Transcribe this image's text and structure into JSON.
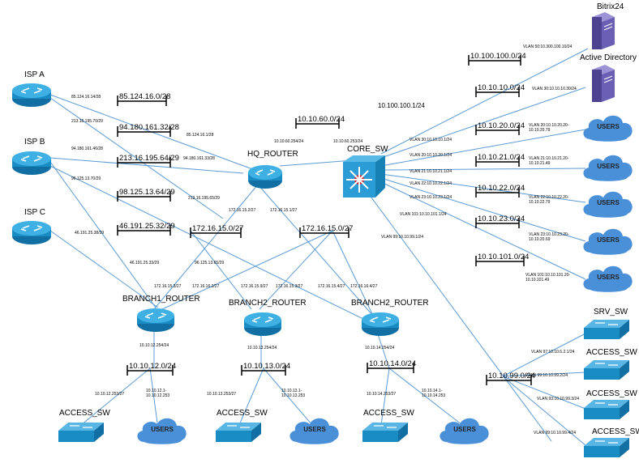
{
  "nodes": {
    "isp_a": "ISP A",
    "isp_b": "ISP B",
    "isp_c": "ISP C",
    "hq_router": "HQ_ROUTER",
    "core_sw": "CORE_SW",
    "branch1_router": "BRANCH1_ROUTER",
    "branch2_router_a": "BRANCH2_ROUTER",
    "branch2_router_b": "BRANCH2_ROUTER",
    "bitrix": "Bitrix24",
    "active_directory": "Active Directory",
    "srv_sw": "SRV_SW",
    "access_sw_r1": "ACCESS_SW",
    "access_sw_r2": "ACCESS_SW",
    "access_sw_r3": "ACCESS_SW",
    "access_sw_b1": "ACCESS_SW",
    "access_sw_b2": "ACCESS_SW",
    "access_sw_b3": "ACCESS_SW",
    "users": "USERS"
  },
  "networks": {
    "n1": "85.124.16.0/28",
    "n2": "94.180.161.32/28",
    "n3": "213.16.195.64/29",
    "n4": "98.125.13.64/29",
    "n5": "46.191.25.32/29",
    "n6": "10.10.60.0/24",
    "n7": "172.16.15.0/27",
    "n8": "172.16.15.0/27",
    "n9": "10.100.100.0/24",
    "n10": "10.10.10.0/24",
    "n11": "10.10.20.0/24",
    "n12": "10.10.21.0/24",
    "n13": "10.10.22.0/24",
    "n14": "10.10.23.0/24",
    "n15": "10.10.101.0/24",
    "n16": "10.10.12.0/24",
    "n17": "10.10.13.0/24",
    "n18": "10.10.14.0/24",
    "n19": "10.10.99.0/24"
  },
  "big_labels": {
    "core_uplink": "10.100.100.1/24"
  },
  "addr": {
    "a1": "85.124.16.14/28",
    "a2": "213.16.195.70/29",
    "a3": "94.180.161.46/28",
    "a4": "96.125.13.70/29",
    "a5": "46.191.25.38/29",
    "a6": "85.124.16.1/28",
    "a7": "94.180.161.33/28",
    "a8": "213.16.195.65/29",
    "a9": "10.10.60.254/24",
    "a10": "10.10.60.253/24",
    "a11": "172.16.15.2/27",
    "a12": "172.16.15.1/27",
    "a13": "46.191.25.33/29",
    "a14": "96.125.13.65/29",
    "a15": "172.16.15.3/27",
    "a16": "172.16.16.2/27",
    "a17": "172.16.15.9/27",
    "a18": "172.16.15.3/27",
    "a19": "172.16.15.4/27",
    "a20": "172.16.16.4/27",
    "a21": "10.10.12.254/24",
    "a22": "10.10.13.254/24",
    "a23": "10.10.14.254/24",
    "a24": "10.10.12.253/27",
    "a25": "10.10.12.1-\n10.10.12.253",
    "a26": "10.10.13.253/27",
    "a27": "10.10.13.1-\n10.10.13.253",
    "a28": "10.10.14.253/27",
    "a29": "10.10.14.1-\n10.10.14.253",
    "v1": "VLAN 50:10.300.100.10/24",
    "v2": "VLAN 30:10.10.10.30/24",
    "v3": "VLAN 30:10.10.10.1/24",
    "v4": "VLAN 20:10.10.20.1/24",
    "v5": "VLAN 21:10.10.21.1/24",
    "v6": "VLAN 22:10.10.22.1/24",
    "v7": "VLAN 23:10.10.23.1/24",
    "v8": "VLAN 101:10.10.101.1/24",
    "v9": "VLAN 99:10.10.99.1/24",
    "v10": "VLAN 20:10.10.20.20-\n10.10.20.79",
    "v11": "VLAN 21:10.10.21.20-\n10.10.21.49",
    "v12": "VLAN 22:10.10.22.20-\n10.10.22.79",
    "v13": "VLAN 23:10.10.23.20-\n10.10.20.69",
    "v14": "VLAN 101:10.10.101.20-\n10.10.101.49",
    "v15": "VLAN 97:10.10.6.2.1/24",
    "v16": "VLAN 99:10.10.99.2/24",
    "v17": "VLAN 93:10.10.99.3/24",
    "v18": "VLAN 99:10.10.99.4/24"
  },
  "colors": {
    "link": "#5b9bd5",
    "router_body": "#1a8cc4",
    "cloud": "#4a90d9",
    "server": "#6a5fb5"
  }
}
